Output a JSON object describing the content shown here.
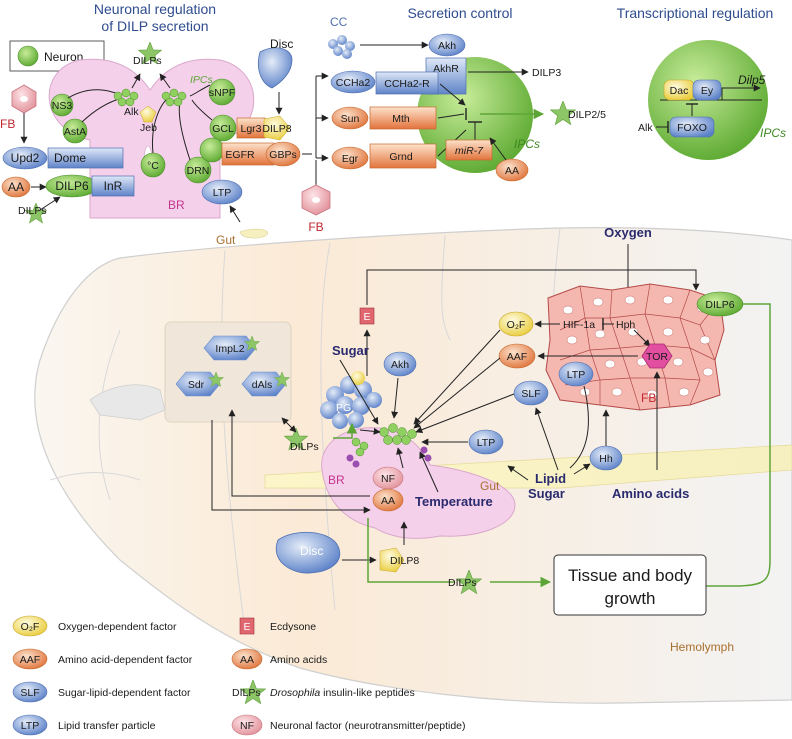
{
  "panels": {
    "neuronal": {
      "title_line1": "Neuronal regulation",
      "title_line2": "of DILP secretion"
    },
    "secretion": {
      "title": "Secretion control"
    },
    "transcription": {
      "title": "Transcriptional regulation"
    }
  },
  "top_left": {
    "neuron_legend": "Neuron",
    "fb": "FB",
    "upd2": "Upd2",
    "dome": "Dome",
    "aa": "AA",
    "dilp6": "DILP6",
    "inr": "InR",
    "dilps_bottom": "DILPs",
    "ns3": "NS3",
    "asta": "AstA",
    "alk": "Alk",
    "jeb": "Jeb",
    "ipcs": "IPCs",
    "dilps_top": "DILPs",
    "snpf": "sNPF",
    "gcl": "GCL",
    "lgr3": "Lgr3",
    "dilp8": "DILP8",
    "degc": "°C",
    "drn": "DRN",
    "egfr": "EGFR",
    "gbps": "GBPs",
    "ltp": "LTP",
    "br": "BR",
    "disc": "Disc",
    "gut": "Gut"
  },
  "top_mid": {
    "cc": "CC",
    "akh": "Akh",
    "akhr": "AkhR",
    "dilp3": "DILP3",
    "ccha2": "CCHa2",
    "ccha2r": "CCHa2-R",
    "sun": "Sun",
    "mth": "Mth",
    "egr": "Egr",
    "grnd": "Grnd",
    "mir7": "miR-7",
    "dilp25": "DILP2/5",
    "ipcs": "IPCs",
    "aa": "AA",
    "fb": "FB"
  },
  "top_right": {
    "dac": "Dac",
    "ey": "Ey",
    "dilp5": "Dilp5",
    "alk": "Alk",
    "foxo": "FOXO",
    "ipcs": "IPCs"
  },
  "main": {
    "oxygen": "Oxygen",
    "e": "E",
    "dilp6": "DILP6",
    "o2f": "O₂F",
    "hif": "HIF-1a",
    "hph": "Hph",
    "aaf": "AAF",
    "tor": "TOR",
    "slf": "SLF",
    "ltp1": "LTP",
    "fb": "FB",
    "impl2": "ImpL2",
    "sdr": "Sdr",
    "dals": "dAls",
    "sugar": "Sugar",
    "pg": "PG",
    "akh": "Akh",
    "dilps1": "DILPs",
    "br": "BR",
    "nf": "NF",
    "aa": "AA",
    "ltp2": "LTP",
    "gut": "Gut",
    "temperature": "Temperature",
    "lipid": "Lipid",
    "sugar2": "Sugar",
    "hh": "Hh",
    "amino": "Amino acids",
    "disc": "Disc",
    "dilp8": "DILP8",
    "dilps2": "DILPs",
    "growth1": "Tissue and body",
    "growth2": "growth",
    "hemolymph": "Hemolymph"
  },
  "legend": [
    {
      "key": "O₂F",
      "text": "Oxygen-dependent factor"
    },
    {
      "key": "AAF",
      "text": "Amino acid-dependent factor"
    },
    {
      "key": "SLF",
      "text": "Sugar-lipid-dependent factor"
    },
    {
      "key": "LTP",
      "text": "Lipid transfer particle"
    },
    {
      "key": "E",
      "text": "Ecdysone"
    },
    {
      "key": "AA",
      "text": "Amino acids"
    },
    {
      "key": "DILPs",
      "text_italic": "Drosophila",
      "text": " insulin-like peptides"
    },
    {
      "key": "NF",
      "text": "Neuronal factor (neurotransmitter/peptide)"
    }
  ],
  "colors": {
    "green": "#7cc24e",
    "blue": "#6b8fd0",
    "orange": "#e5824a",
    "pink": "#f2d3ea",
    "cream": "#f8e9d8",
    "arrow_green": "#5ea538",
    "title_blue": "#2e4c8f"
  }
}
